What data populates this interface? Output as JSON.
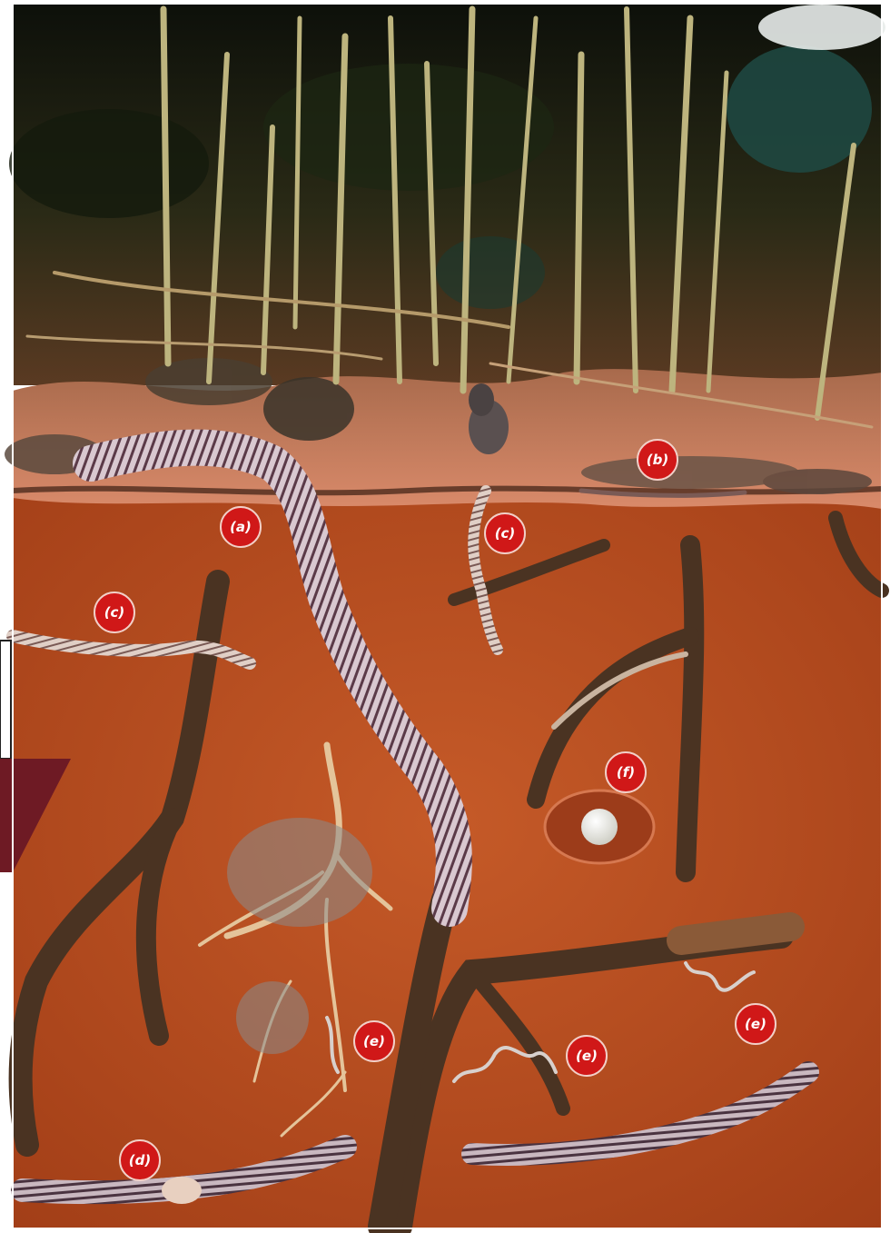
{
  "markers": [
    {
      "id": "a",
      "label": "(a)"
    },
    {
      "id": "b",
      "label": "(b)"
    },
    {
      "id": "c1",
      "label": "(c)"
    },
    {
      "id": "c2",
      "label": "(c)"
    },
    {
      "id": "d",
      "label": "(d)"
    },
    {
      "id": "e1",
      "label": "(e)"
    },
    {
      "id": "e2",
      "label": "(e)"
    },
    {
      "id": "e3",
      "label": "(e)"
    },
    {
      "id": "f",
      "label": "(f)"
    }
  ],
  "colors": {
    "soil": "#b4481f",
    "soil_dark": "#8a3215",
    "topsoil": "#c96b4a",
    "vegetation_dark": "#1a1f10",
    "stem": "#b8b07a",
    "burrow": "#4a3322",
    "worm_light": "#d8c7cf",
    "worm_band": "#6b4a55",
    "marker_red": "#d01818",
    "marker_border": "#f2d0c8",
    "slab": "#6e1a24",
    "egg": "#f2f2ee",
    "root": "#e8c89a"
  }
}
